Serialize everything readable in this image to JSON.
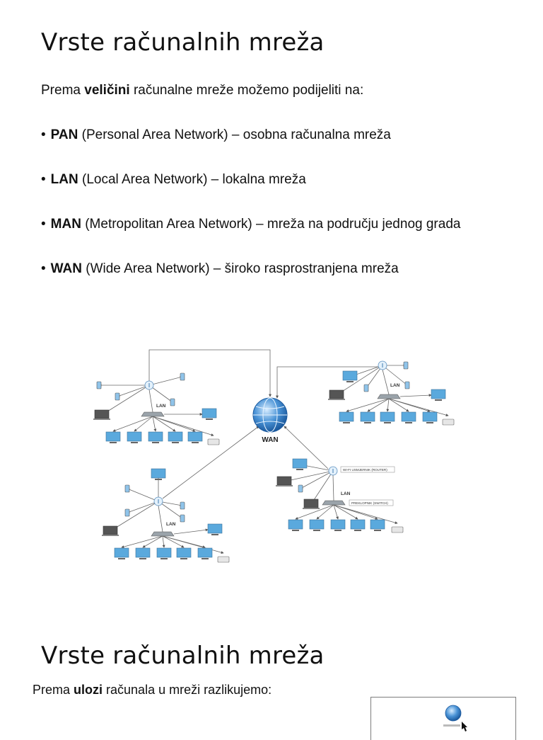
{
  "slide1": {
    "title": "Vrste računalnih mreža",
    "intro": {
      "pre": "Prema ",
      "bold": "veličini",
      "post": " računalne mreže možemo podijeliti na:"
    },
    "bullets": [
      {
        "marker": "•",
        "abbr": "PAN",
        "desc": " (Personal Area Network) – osobna računalna mreža"
      },
      {
        "marker": "•",
        "abbr": "LAN",
        "desc": " (Local Area Network) – lokalna mreža"
      },
      {
        "marker": "•",
        "abbr": "MAN",
        "desc": " (Metropolitan Area Network) – mreža na području jednog grada"
      },
      {
        "marker": "•",
        "abbr": "WAN",
        "desc": " (Wide Area Network)  – široko rasprostranjena mreža"
      }
    ],
    "diagram": {
      "center_label": "WAN",
      "lan_label": "LAN",
      "router_label": "WI-FI USMJERNIK (ROUTER)",
      "switch_label": "PREKLOPNIK (SWITCH)",
      "colors": {
        "globe": "#2f78c4",
        "device": "#5aa9dd",
        "line": "#555555"
      }
    }
  },
  "slide2": {
    "title": "Vrste računalnih mreža",
    "intro": {
      "pre": "Prema ",
      "bold": "ulozi",
      "post": " računala u mreži razlikujemo:"
    }
  }
}
